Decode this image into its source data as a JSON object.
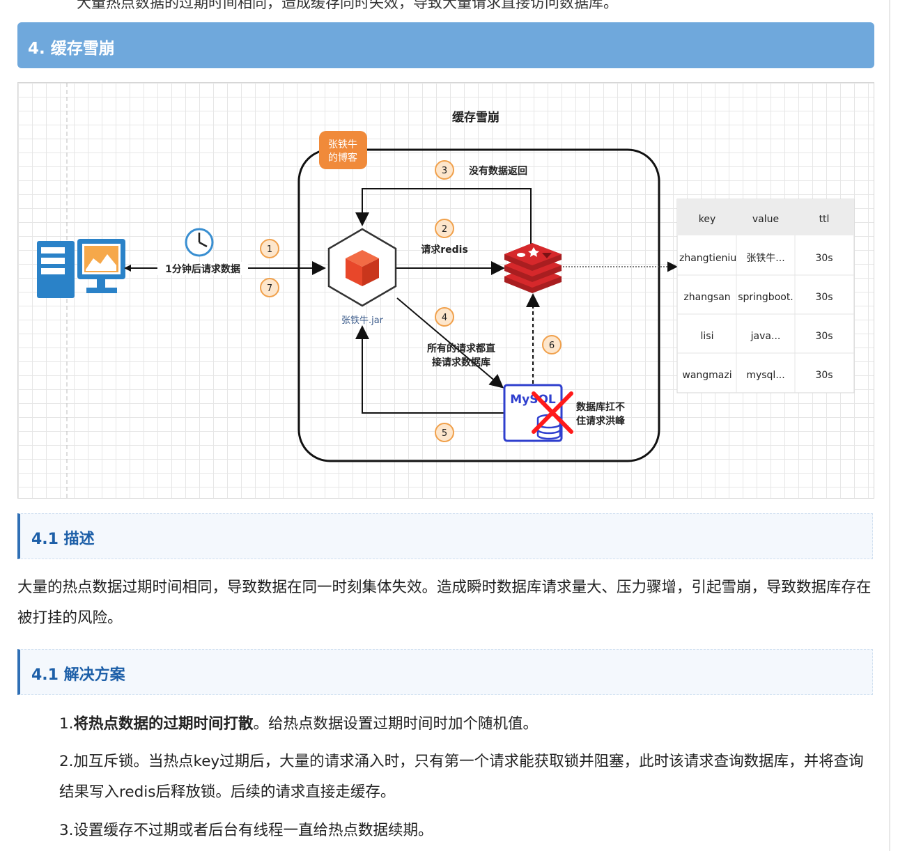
{
  "page": {
    "cut_line": "大量热点数据的过期时间相同，造成缓存同时失效，导致大量请求直接访问数据库。",
    "section_title": "4. 缓存雪崩",
    "describe_title": "4.1 描述",
    "describe_text": "大量的热点数据过期时间相同，导致数据在同一时刻集体失效。造成瞬时数据库请求量大、压力骤增，引起雪崩，导致数据库存在被打挂的风险。",
    "solution_title": "4.1 解决方案",
    "solutions": [
      {
        "prefix": "1.",
        "bold": "将热点数据的过期时间打散",
        "text": "。给热点数据设置过期时间时加个随机值。"
      },
      {
        "prefix": "2.",
        "bold": "",
        "text": "加互斥锁。当热点key过期后，大量的请求涌入时，只有第一个请求能获取锁并阻塞，此时该请求查询数据库，并将查询结果写入redis后释放锁。后续的请求直接走缓存。"
      },
      {
        "prefix": "3.",
        "bold": "",
        "text": "设置缓存不过期或者后台有线程一直给热点数据续期。"
      }
    ]
  },
  "diagram": {
    "title": "缓存雪崩",
    "badge_line1": "张铁牛",
    "badge_line2": "的博客",
    "client_label": "1分钟后请求数据",
    "app_label": "张铁牛.jar",
    "step_labels": {
      "s1": "1",
      "s2": "2",
      "s3": "3",
      "s4": "4",
      "s5": "5",
      "s6": "6",
      "s7": "7"
    },
    "edge_labels": {
      "no_data": "没有数据返回",
      "request_redis": "请求redis",
      "all_direct_1": "所有的请求都直",
      "all_direct_2": "接请求数据库",
      "db_down_1": "数据库扛不",
      "db_down_2": "住请求洪峰"
    },
    "mysql_label": "MySQL",
    "colors": {
      "orange": "#f08a3a",
      "redis_red": "#d6282b",
      "mysql_blue": "#2f3fce",
      "app_red": "#e8472a",
      "cross_red": "#ff1a1a"
    },
    "icons": [
      "computer-monitor-icon",
      "clock-icon",
      "cube-jar-icon",
      "redis-icon",
      "mysql-db-icon",
      "red-cross-icon"
    ],
    "table": {
      "headers": [
        "key",
        "value",
        "ttl"
      ],
      "rows": [
        [
          "zhangtieniu",
          "张铁牛...",
          "30s"
        ],
        [
          "zhangsan",
          "springboot.",
          "30s"
        ],
        [
          "lisi",
          "java...",
          "30s"
        ],
        [
          "wangmazi",
          "mysql...",
          "30s"
        ]
      ]
    }
  }
}
